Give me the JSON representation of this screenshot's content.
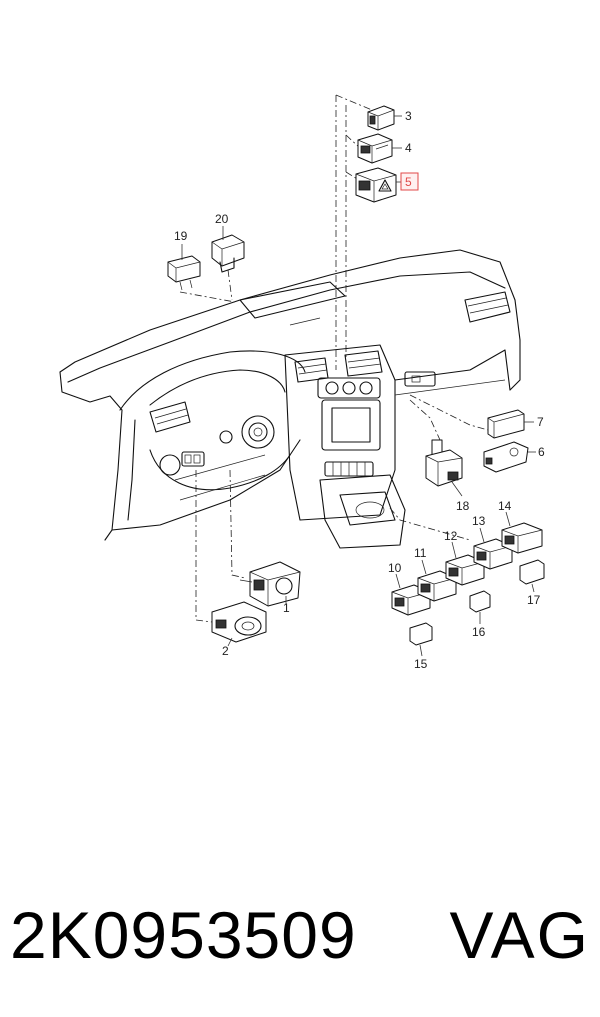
{
  "diagram": {
    "callouts": [
      "1",
      "2",
      "3",
      "4",
      "5",
      "6",
      "7",
      "10",
      "11",
      "12",
      "13",
      "14",
      "15",
      "16",
      "17",
      "18",
      "19",
      "20"
    ],
    "highlighted_callout": "5",
    "highlight_color": "#e04848"
  },
  "footer": {
    "part_number": "2K0953509",
    "brand": "VAG"
  }
}
